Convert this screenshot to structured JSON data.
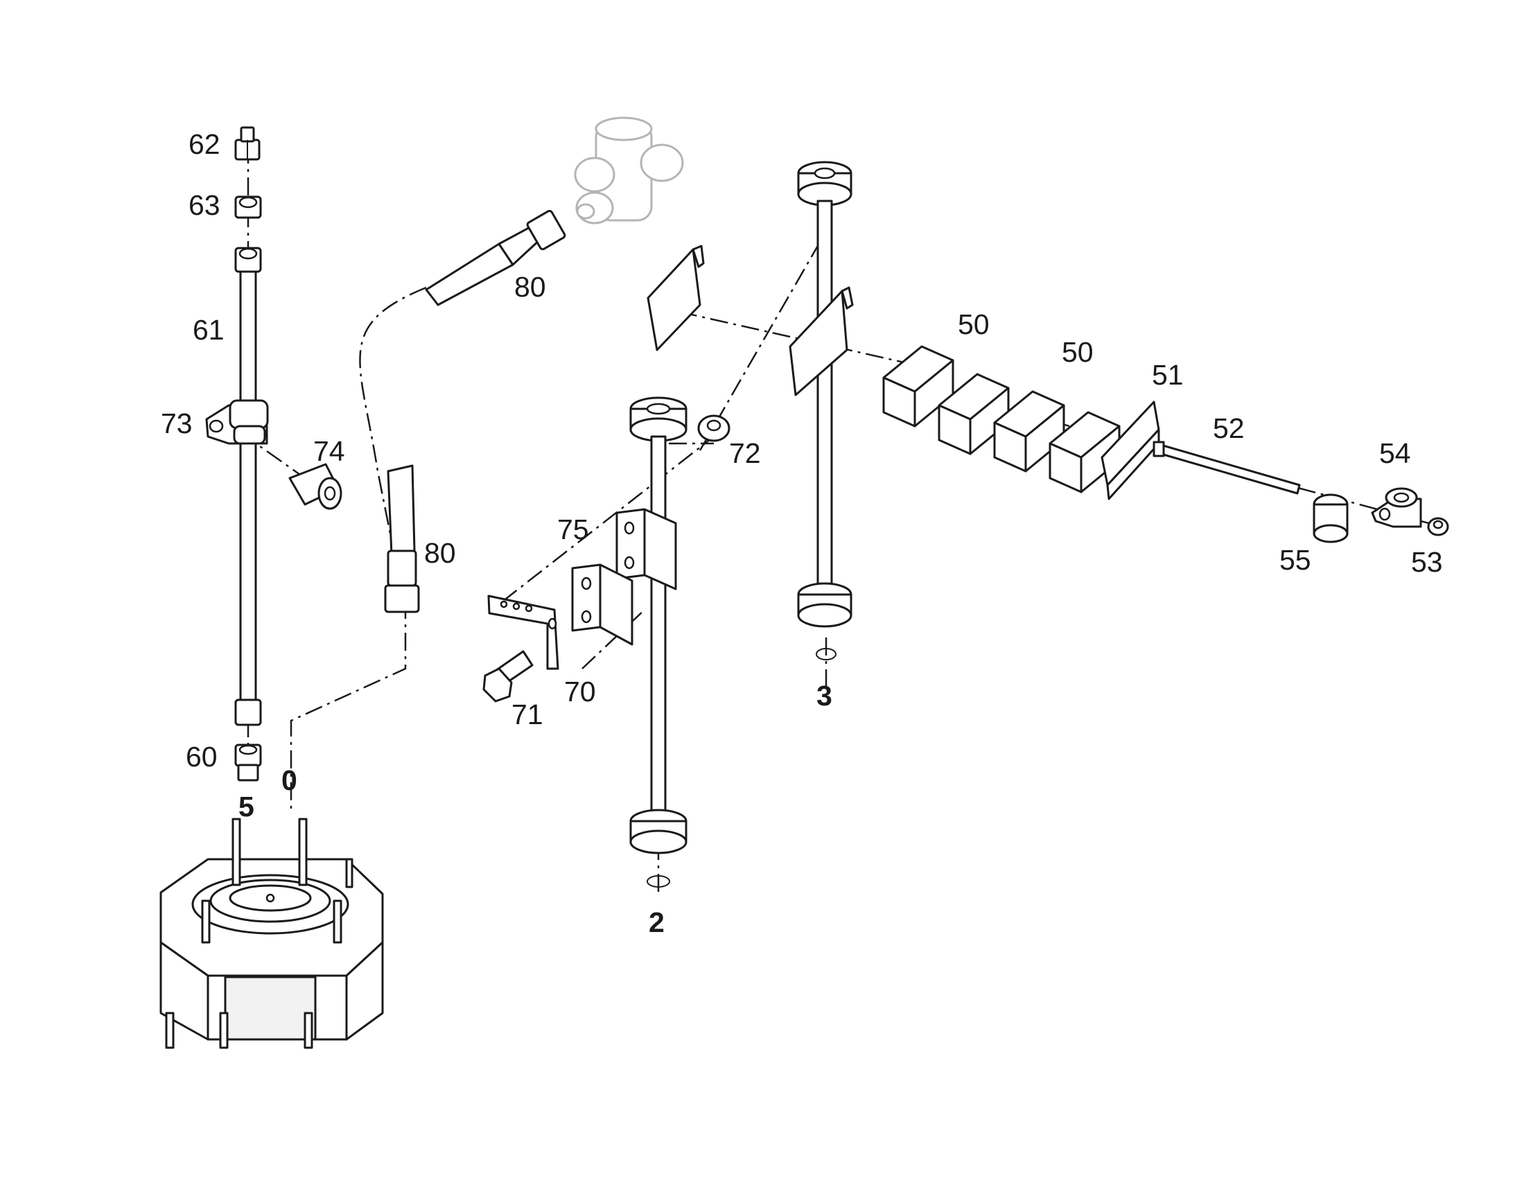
{
  "diagram": {
    "callouts": {
      "c62": "62",
      "c63": "63",
      "c61": "61",
      "c73": "73",
      "c74": "74",
      "c60": "60",
      "c80a": "80",
      "c80b": "80",
      "c72": "72",
      "c75": "75",
      "c70": "70",
      "c71": "71",
      "c50a": "50",
      "c50b": "50",
      "c51": "51",
      "c52": "52",
      "c54": "54",
      "c55": "55",
      "c53": "53"
    },
    "connections": {
      "k5": "5",
      "k0": "0",
      "k2": "2",
      "k3": "3"
    },
    "colors": {
      "line": "#1a1a1a",
      "ghost": "#b5b5b5",
      "background": "#ffffff"
    }
  }
}
